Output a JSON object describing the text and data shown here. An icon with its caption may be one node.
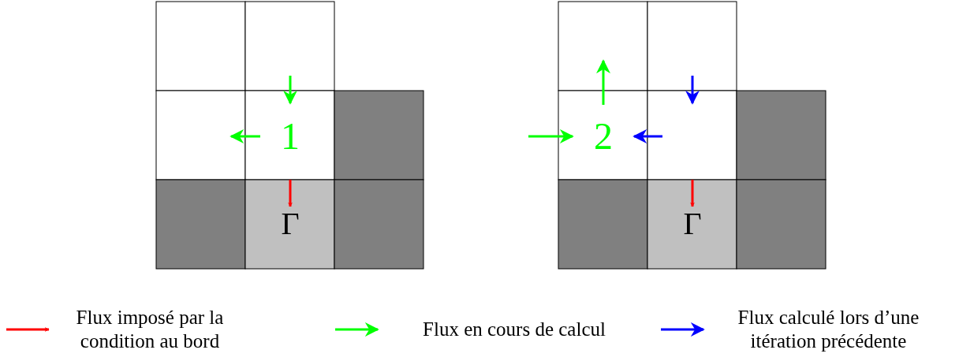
{
  "diagram": {
    "labels": [
      "1",
      "Γ",
      "2",
      "Γ"
    ],
    "legend": [
      {
        "text": "Flux imposé par la condition au bord"
      },
      {
        "text": "Flux en cours de calcul"
      },
      {
        "text": "Flux calculé lors d’une itération précédente"
      }
    ]
  }
}
